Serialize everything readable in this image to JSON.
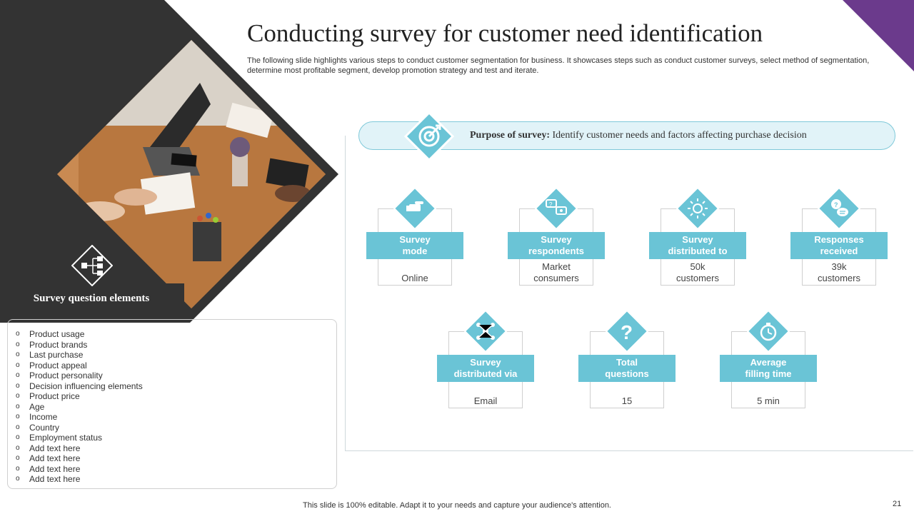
{
  "title": "Conducting survey for customer need identification",
  "subtitle": "The following slide  highlights various steps to conduct customer segmentation for business. It showcases steps such as conduct customer surveys, select method of segmentation, determine most profitable segment, develop promotion strategy and test and iterate.",
  "section_label": "Survey question elements",
  "question_elements": [
    "Product usage",
    "Product brands",
    "Last purchase",
    "Product appeal",
    "Product personality",
    "Decision influencing elements",
    "Product price",
    "Age",
    "Income",
    "Country",
    "Employment status",
    "Add text here",
    "Add text here",
    "Add text here",
    "Add text here"
  ],
  "purpose": {
    "label": "Purpose of survey:",
    "text": "Identify customer needs and factors affecting purchase decision"
  },
  "cards": [
    {
      "title_line1": "Survey",
      "title_line2": "mode",
      "value_line1": "Online",
      "value_line2": "",
      "icon": "pointing-hand-icon"
    },
    {
      "title_line1": "Survey",
      "title_line2": "respondents",
      "value_line1": "Market",
      "value_line2": "consumers",
      "icon": "chat-users-icon"
    },
    {
      "title_line1": "Survey",
      "title_line2": "distributed to",
      "value_line1": "50k",
      "value_line2": "customers",
      "icon": "target-reach-icon"
    },
    {
      "title_line1": "Responses",
      "title_line2": "received",
      "value_line1": "39k",
      "value_line2": "customers",
      "icon": "feedback-icon"
    },
    {
      "title_line1": "Survey",
      "title_line2": "distributed via",
      "value_line1": "Email",
      "value_line2": "",
      "icon": "network-people-icon"
    },
    {
      "title_line1": "Total",
      "title_line2": "questions",
      "value_line1": "15",
      "value_line2": "",
      "icon": "question-mark-icon"
    },
    {
      "title_line1": "Average",
      "title_line2": "filling time",
      "value_line1": "5 min",
      "value_line2": "",
      "icon": "stopwatch-icon"
    }
  ],
  "footer": "This slide is 100% editable. Adapt it to your needs and capture your audience's attention.",
  "page_number": "21",
  "colors": {
    "accent": "#6ac4d6",
    "dark": "#333333",
    "purple": "#6b3a8c",
    "pill_bg": "#e1f3f8"
  }
}
